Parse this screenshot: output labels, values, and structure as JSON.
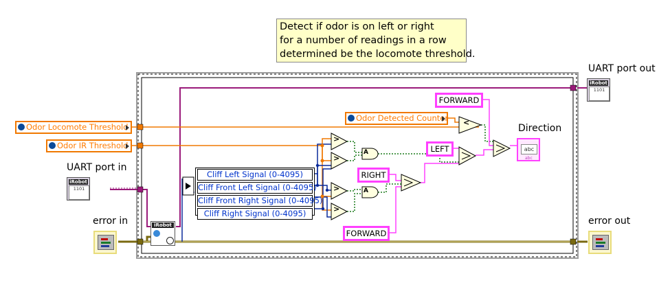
{
  "comment": {
    "lines": [
      "Detect if odor is on left or right",
      "for a number of readings in a row",
      "determined be the locomote threshold."
    ]
  },
  "controls": {
    "locomote_threshold": "Odor Locomote Threshold",
    "ir_threshold": "Odor IR Threshold",
    "detected_counter": "Odor Detected Counter"
  },
  "terminals": {
    "uart_in": "UART port in",
    "uart_out": "UART port out",
    "error_in": "error in",
    "error_out": "error out",
    "direction": "Direction"
  },
  "constants": {
    "forward_top": "FORWARD",
    "left": "LEFT",
    "right": "RIGHT",
    "forward_bottom": "FORWARD"
  },
  "cluster_fields": [
    "Cliff Left Signal (0-4095)",
    "Cliff Front Left Signal (0-4095)",
    "Cliff Front Right Signal (0-4095)",
    "Cliff Right Signal (0-4095)"
  ],
  "icons": {
    "robot_brand": "iRobot",
    "robot_io": "1101",
    "string_indicator": "abc",
    "string_indicator_footer": "abc"
  },
  "operators": {
    "gt": ">",
    "lt": "<",
    "and": "A"
  },
  "colors": {
    "wire_string": "#ff40ff",
    "wire_orange": "#f07800",
    "wire_refnum": "#9a1a7a",
    "wire_error": "#7a6a10",
    "wire_blue": "#0a2a9a",
    "wire_bool": "#1a7a1a",
    "loop_border": "#9e9e9e",
    "comment_bg": "#ffffc8"
  }
}
